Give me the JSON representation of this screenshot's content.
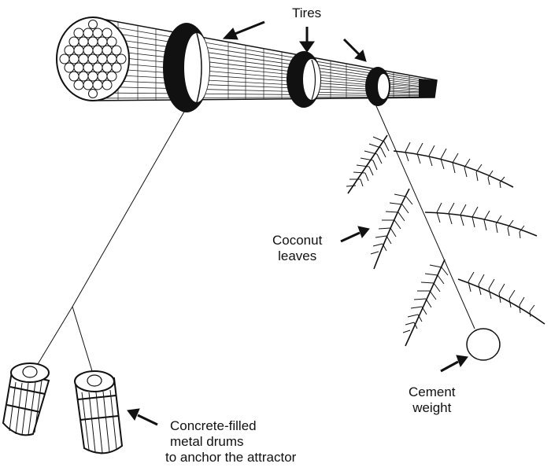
{
  "labels": {
    "tires": "Tires",
    "coconut_leaves": [
      "Coconut",
      "leaves"
    ],
    "cement_weight": [
      "Cement",
      "weight"
    ],
    "drums": [
      "Concrete-filled",
      "metal drums",
      "to anchor the attractor"
    ]
  },
  "colors": {
    "ink": "#111111",
    "paper": "#ffffff"
  }
}
